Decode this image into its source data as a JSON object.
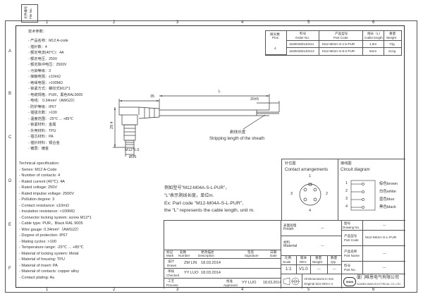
{
  "zones": {
    "top": [
      "1",
      "2",
      "3",
      "4",
      "5",
      "6"
    ],
    "bottom": [
      "1",
      "2",
      "3",
      "4",
      "5",
      "6"
    ],
    "side": [
      "A",
      "B",
      "C",
      "D",
      "E",
      "F"
    ]
  },
  "corner_tab": {
    "line1": "文件编号",
    "line2": "File No."
  },
  "order_table": {
    "headers": [
      {
        "cn": "接头数",
        "en": "Pins"
      },
      {
        "cn": "料号",
        "en": "Order No."
      },
      {
        "cn": "产品型号",
        "en": "Part Code"
      },
      {
        "cn": "线长（L）",
        "en": "Cable length"
      },
      {
        "cn": "重量",
        "en": "Weight"
      }
    ],
    "pins": "4",
    "rows": [
      {
        "order_no": "16300450140411",
        "part_code": "M12-M04A-S-1.5-PUR",
        "length": "1.5m",
        "weight": "73g"
      },
      {
        "order_no": "16300450140412",
        "part_code": "M12-M04A-S-5.0-PUR",
        "length": "5mm",
        "weight": "214g"
      }
    ]
  },
  "spec_cn": {
    "heading": "技术参数：",
    "lines": [
      "- 产品名称：M12 A-code",
      "- 插针数：4",
      "- 额定电流(40℃)：4A",
      "- 额定电压：250V",
      "- 额定脉冲电压：2500V",
      "- 污染等级：3",
      "- 接触电阻：≤10mΩ",
      "- 绝缘电阻：>100MΩ",
      "- 锁紧方式：螺纹式M12*1",
      "- 电缆规格：PUR，黑色RAL9005",
      "- 电线：  0.34mm²（AWG22）",
      "- 防护等级：IP67",
      "- 插拔次数：>100",
      "- 温度范围：-25℃ ... +85℃",
      "- 锁紧材料：金属",
      "- 外壳材料：TPU",
      "- 插芯材料：PA",
      "- 插针材料：铜合金",
      "- 镀层：镀金"
    ]
  },
  "spec_en": {
    "heading": "Technical specification:",
    "lines": [
      "- Series: M12 A-Code",
      "- Number of contacts: 4",
      "- Rated current (40℃): 4A",
      "- Rated voltage: 250V",
      "- Rated impulse voltage: 2500V",
      "- Pollution degree: 3",
      "- Contact resistance: ≤10mΩ",
      "- Insulation resistance: >100MΩ",
      "- Connector locking system: screw M12*1",
      "- Cable type: PUR，Black RAL 9005",
      "- Wire gauge: 0.34mm²（AWG22）",
      "- Degree of protection: IP67",
      "- Mating cycles: >100",
      "- Temperature range: -25℃ ... +85℃",
      "- Material of locking system: Metal",
      "- Material of housing: TPU",
      "- Material of insert: PA",
      "- Material of contacts: copper alloy",
      "- Contact plating: Au"
    ]
  },
  "drawing": {
    "dim_35": "35",
    "dim_L": "L",
    "dim_20": "20±5",
    "dim_29": "29.4",
    "dim_thread": "M12*1.0",
    "dim_dia": "Ø15",
    "strip_cn": "剥线长度",
    "strip_en": "Stripping length of the sheath"
  },
  "example": {
    "cn1": "例如型号\"M12-M04A-S-L-PUR\"，",
    "cn2": "\"L\"表示剥线长度，单位m.",
    "en1": "Ex: Part code \"M12-M04A-S-L-PUR\",",
    "en2": "the \"L\" represents the cable length, unit m."
  },
  "contact": {
    "cn": "针位图",
    "en": "Contact arrangements",
    "pins": [
      "1",
      "2",
      "3",
      "4"
    ]
  },
  "circuit": {
    "cn": "接线图",
    "en": "Circuit diagram",
    "wires": [
      {
        "n": "1",
        "label": "棕色brown"
      },
      {
        "n": "2",
        "label": "白色white"
      },
      {
        "n": "3",
        "label": "蓝色blue"
      },
      {
        "n": "4",
        "label": "黑色black"
      }
    ]
  },
  "title_block": {
    "revision": {
      "mark_cn": "标记",
      "mark_en": "Mark",
      "number_cn": "处数",
      "number_en": "Number",
      "desc_cn": "更改描述",
      "desc_en": "Description",
      "sign_cn": "签名",
      "sign_en": "Signature",
      "date_cn": "日期",
      "date_en": "Date"
    },
    "drawn": {
      "cn": "设计",
      "en": "Drawn",
      "name": "ZM LIN",
      "date": "18.03.2014"
    },
    "checked": {
      "cn": "审核",
      "en": "Checked",
      "name": "YY LUO",
      "date": "18.03.2014"
    },
    "process": {
      "cn": "工艺",
      "en": "Process"
    },
    "approved": {
      "cn": "批准",
      "en": "Approved",
      "name": "YY LUO",
      "date": "18.03.2014"
    },
    "finish": {
      "cn": "表面处理",
      "en": "Finish",
      "value": "—"
    },
    "material": {
      "cn": "材料",
      "en": "Material",
      "value": "—"
    },
    "scale": {
      "cn": "比例",
      "en": "Scale",
      "value": "1:1"
    },
    "rev": {
      "cn": "版本",
      "en": "REV.",
      "value": "V1.0"
    },
    "weight": {
      "cn": "重量",
      "en": "Weight",
      "value": "—"
    },
    "qty": {
      "cn": "数量",
      "en": "Qty.",
      "value": "—"
    },
    "drawing_no": {
      "cn": "图号",
      "en": "Drawing No.",
      "value": "—"
    },
    "part_code": {
      "cn": "产品型号",
      "en": "Part Code",
      "value": "M12-M04A-S-L-PUR"
    },
    "part_name": {
      "cn": "产品名称",
      "en": "Part Name",
      "value": "—"
    },
    "part_no": {
      "cn": "料号",
      "en": "Part No.",
      "value": "—"
    },
    "dims_note1": "All Dimensions in mm",
    "dims_note2": "Original Size DIN A 4",
    "company_cn": "厦门唯恩电气有限公司",
    "company_en": "XIAMEN WAIN ELECTRICAL CO.,LTD."
  }
}
